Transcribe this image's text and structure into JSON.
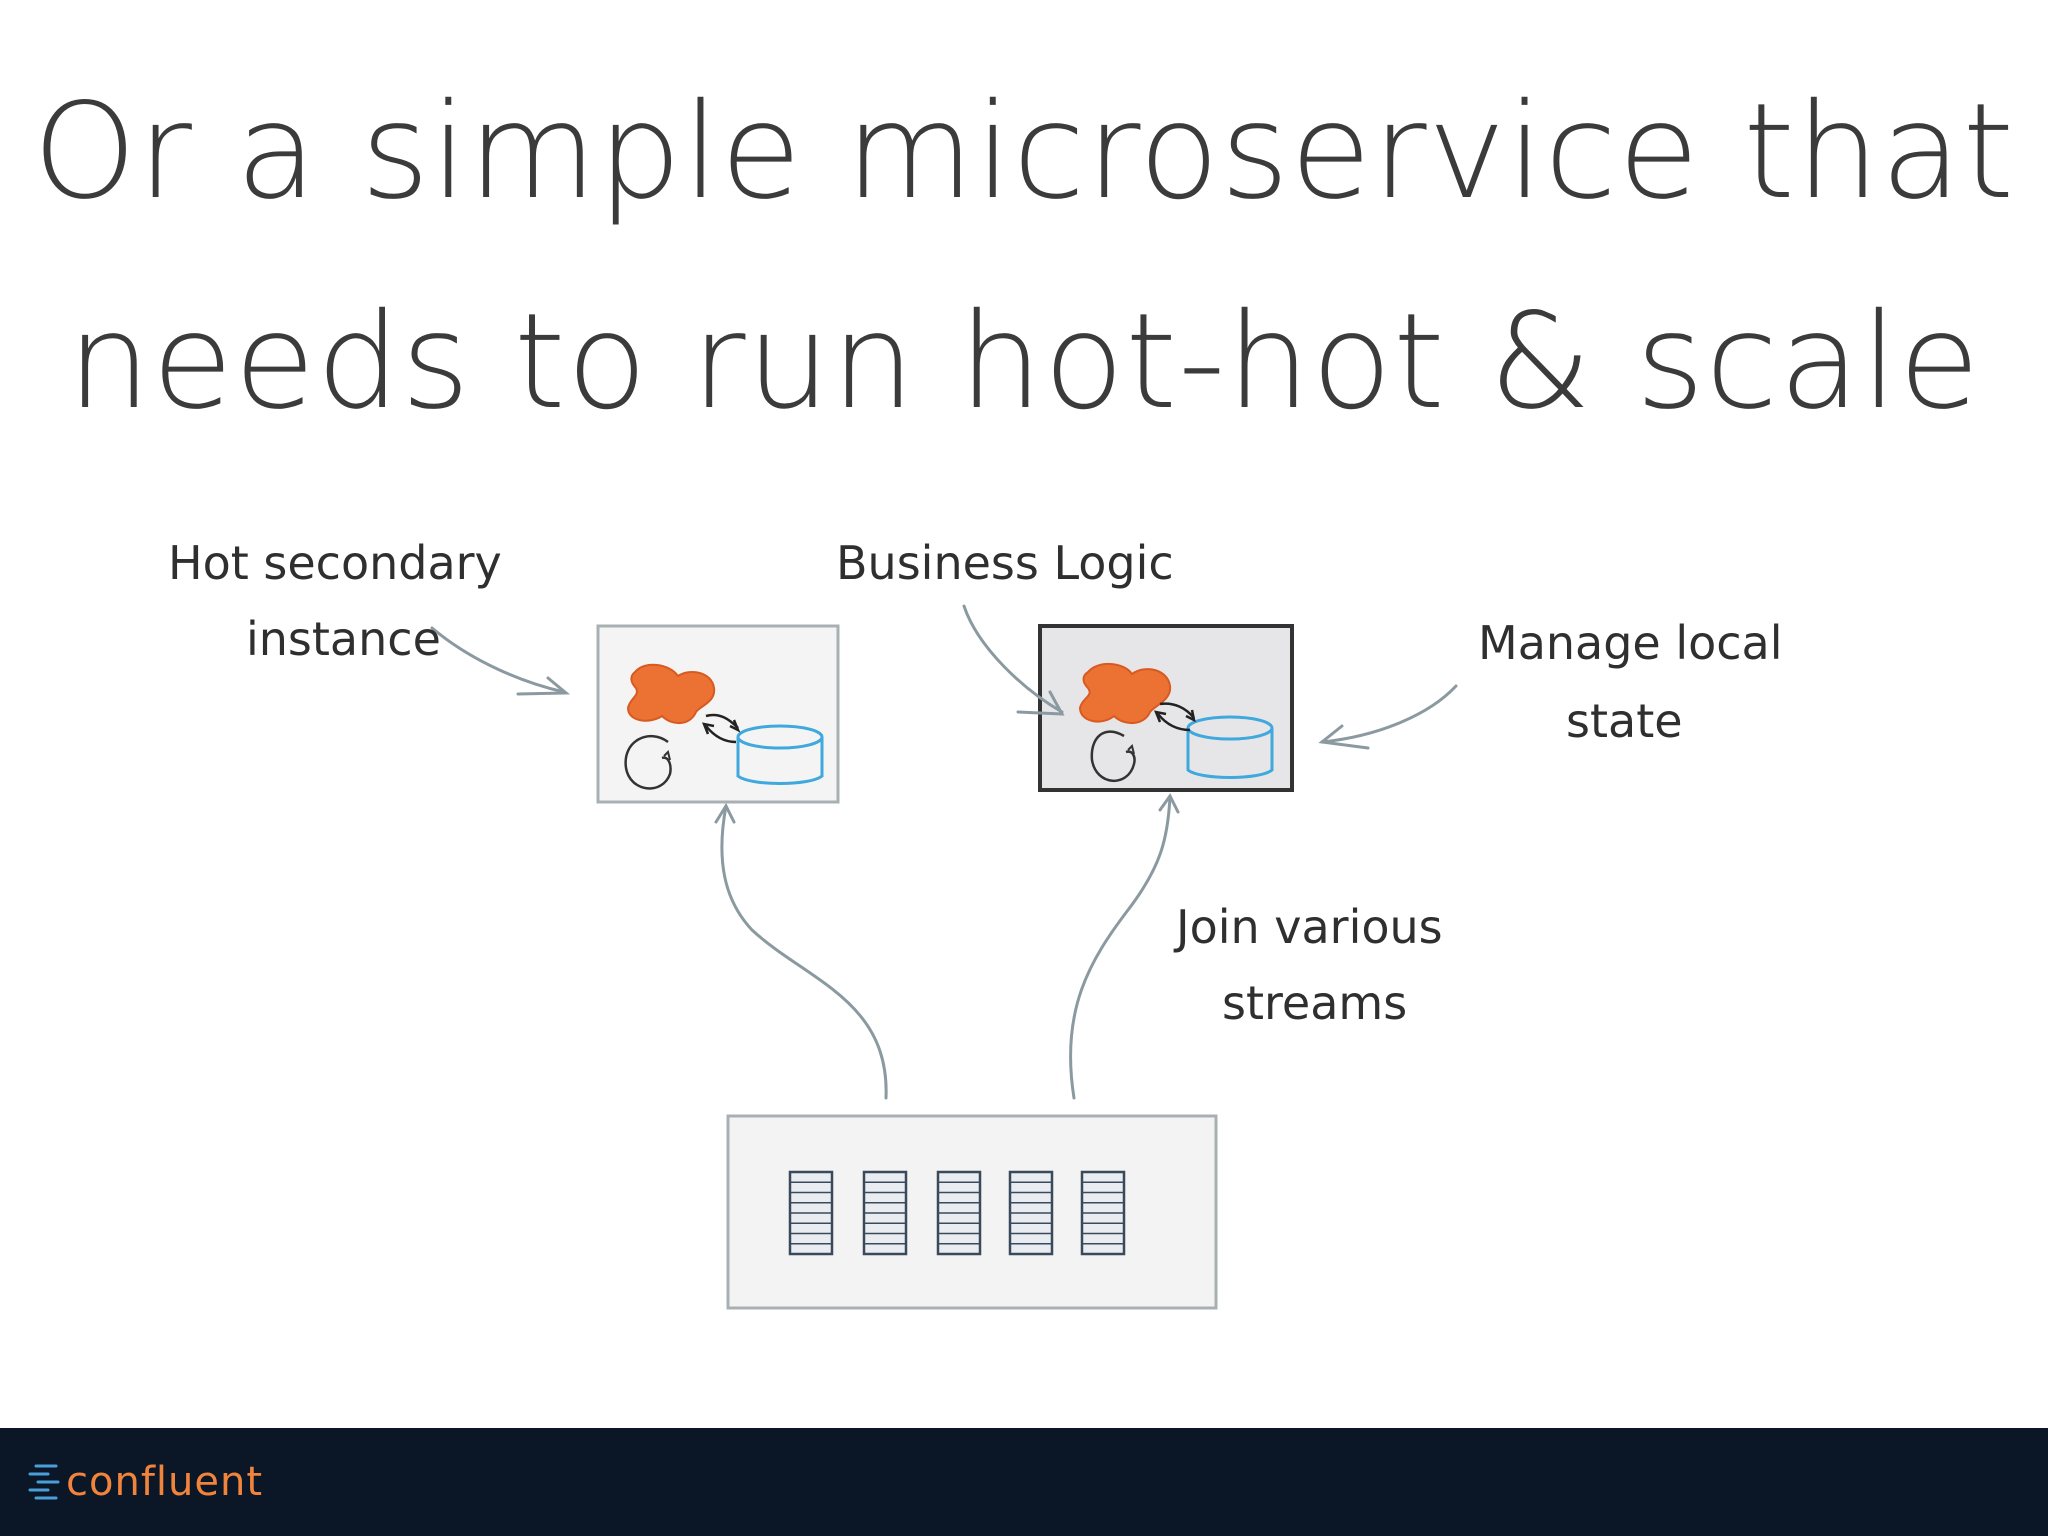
{
  "slide": {
    "title_line_1": "Or a simple microservice that",
    "title_line_2": "needs to run hot-hot & scale"
  },
  "labels": {
    "hot_secondary_1": "Hot secondary",
    "hot_secondary_2": "instance",
    "business_logic": "Business Logic",
    "manage_local_1": "Manage local",
    "manage_local_2": "state",
    "join_various_1": "Join various",
    "join_various_2": "streams"
  },
  "footer": {
    "logo_text": "confluent"
  },
  "colors": {
    "logic_blob": "#ec7234",
    "database": "#3fa8dd",
    "arrow": "#8a9aa0",
    "footer_bg": "#0b1626",
    "logo": "#f0843c"
  }
}
